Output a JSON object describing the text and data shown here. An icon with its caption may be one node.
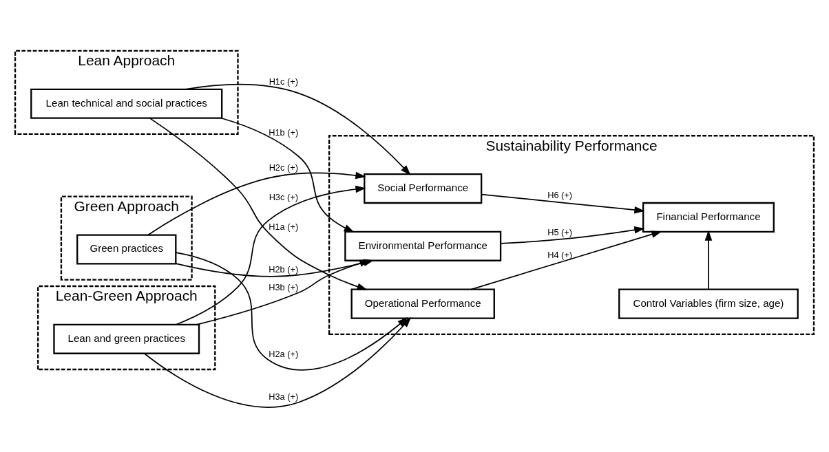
{
  "diagram": {
    "nodes": [
      {
        "text": [
          "Lean Approach"
        ]
      },
      {
        "text": [
          "Lean technical and social practices"
        ],
        "in": 0
      },
      {
        "text": [
          "Green Approach"
        ]
      },
      {
        "text": [
          "Green practices"
        ],
        "in": 2
      },
      {
        "text": [
          "Lean-Green Approach"
        ]
      },
      {
        "text": [
          "Lean and green practices"
        ],
        "in": 4
      },
      {
        "text": [
          "Sustainability Performance"
        ]
      },
      {
        "text": [
          "Operational Performance"
        ],
        "in": 6
      },
      {
        "text": [
          "Environmental Performance"
        ],
        "in": 6
      },
      {
        "text": [
          "Social Performance"
        ],
        "in": 6
      },
      {
        "text": [
          "Financial Performance"
        ],
        "in": 6
      },
      {
        "text": [
          "Control Variables (firm size, age)"
        ],
        "in": 6
      }
    ],
    "edges": [
      {
        "from": 1,
        "to": 7,
        "arrow": "to",
        "label": "H1a (+)"
      },
      {
        "from": 1,
        "to": 8,
        "arrow": "to",
        "label": "H1b (+)"
      },
      {
        "from": 1,
        "to": 9,
        "arrow": "to",
        "label": "H1c (+)"
      },
      {
        "from": 3,
        "to": 7,
        "arrow": "to",
        "label": "H2a (+)"
      },
      {
        "from": 3,
        "to": 8,
        "arrow": "to",
        "label": "H2b (+)"
      },
      {
        "from": 3,
        "to": 9,
        "arrow": "to",
        "label": "H2c (+)"
      },
      {
        "from": 5,
        "to": 7,
        "arrow": "to",
        "label": "H3a (+)"
      },
      {
        "from": 5,
        "to": 8,
        "arrow": "to",
        "label": "H3b (+)"
      },
      {
        "from": 5,
        "to": 9,
        "arrow": "to",
        "label": "H3c (+)"
      },
      {
        "from": 7,
        "to": 10,
        "arrow": "to",
        "label": "H4 (+)"
      },
      {
        "from": 8,
        "to": 10,
        "arrow": "to",
        "label": "H5 (+)"
      },
      {
        "from": 9,
        "to": 10,
        "arrow": "to",
        "label": "H6 (+)"
      },
      {
        "from": 11,
        "to": 10,
        "arrow": "to"
      }
    ]
  }
}
